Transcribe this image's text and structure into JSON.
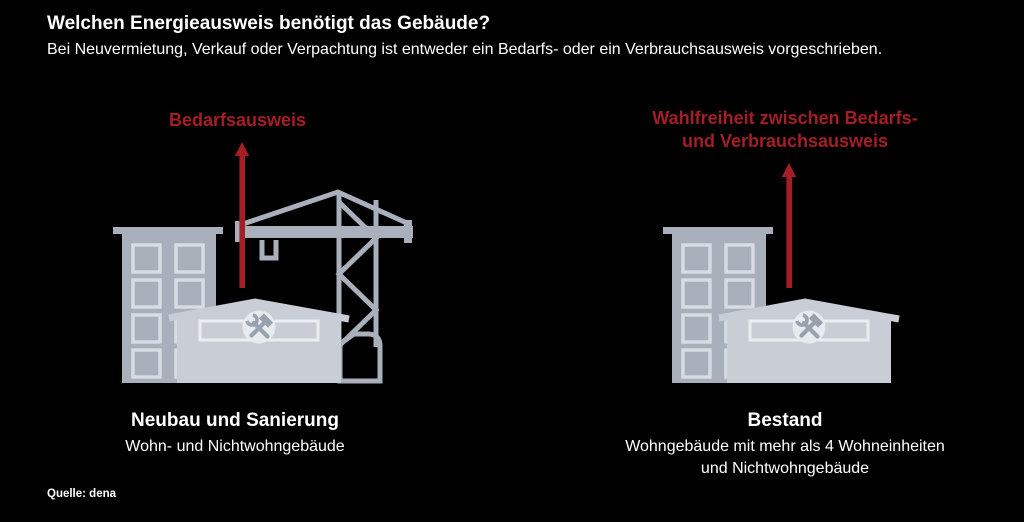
{
  "header": {
    "title": "Welchen Energieausweis benötigt das Gebäude?",
    "subtitle": "Bei Neuvermietung, Verkauf oder Verpachtung ist entweder ein Bedarfs- oder ein Verbrauchsausweis vorgeschrieben."
  },
  "left_panel": {
    "arrow_label": "Bedarfsausweis",
    "caption_title": "Neubau und Sanierung",
    "caption_subtitle": "Wohn- und Nichtwohngebäude",
    "icons": {
      "badge": "hammer-wrench-icon",
      "arrow": "up-arrow"
    }
  },
  "right_panel": {
    "arrow_label_lines": [
      "Wahlfreiheit zwischen Bedarfs-",
      "und Verbrauchsausweis"
    ],
    "caption_title": "Bestand",
    "caption_subtitle_lines": [
      "Wohngebäude mit mehr als 4 Wohneinheiten",
      "und Nichtwohngebäude"
    ],
    "icons": {
      "badge": "hammer-wrench-icon",
      "arrow": "up-arrow"
    }
  },
  "footer": {
    "source": "Quelle: dena"
  },
  "colors": {
    "background": "#000000",
    "text": "#FFFFFF",
    "accent_red": "#A41E23",
    "building_gray": "#A9B0BC",
    "hall_gray": "#C8CDD6",
    "badge_fill": "#E7EAEE",
    "tool_icon_gray": "#98A1AE",
    "window_outline": "#D8DCE3"
  }
}
